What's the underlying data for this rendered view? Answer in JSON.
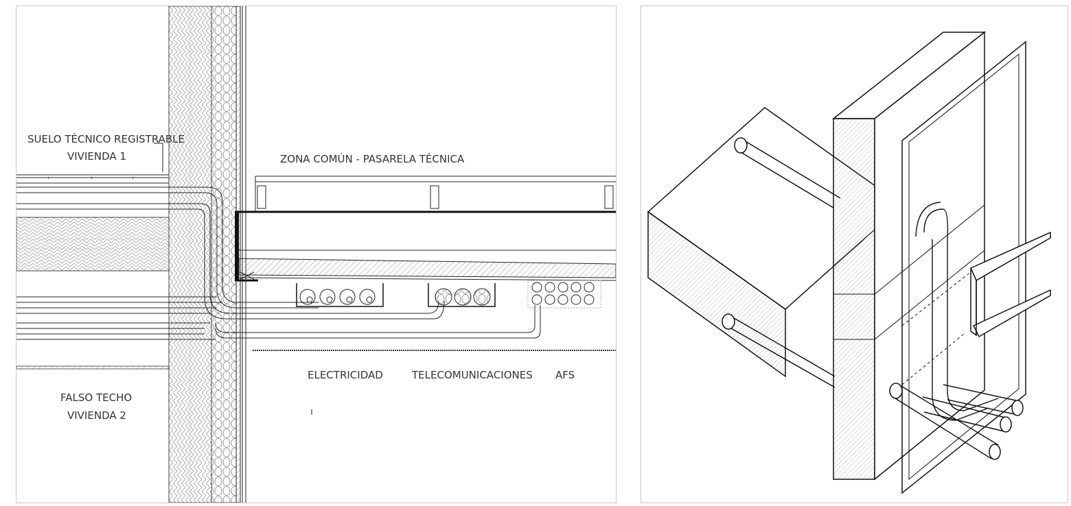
{
  "section": {
    "labels": {
      "floor_line1": "SUELO TÉCNICO REGISTRABLE",
      "floor_line2": "VIVIENDA 1",
      "zone": "ZONA COMÚN - PASARELA TÉCNICA",
      "ceiling_line1": "FALSO TECHO",
      "ceiling_line2": "VIVIENDA 2",
      "electricity": "ELECTRICIDAD",
      "telecom": "TELECOMUNICACIONES",
      "water": "AFS"
    }
  },
  "colors": {
    "line": "#222222",
    "hatch": "#666666",
    "frame": "#c8c8c8"
  }
}
